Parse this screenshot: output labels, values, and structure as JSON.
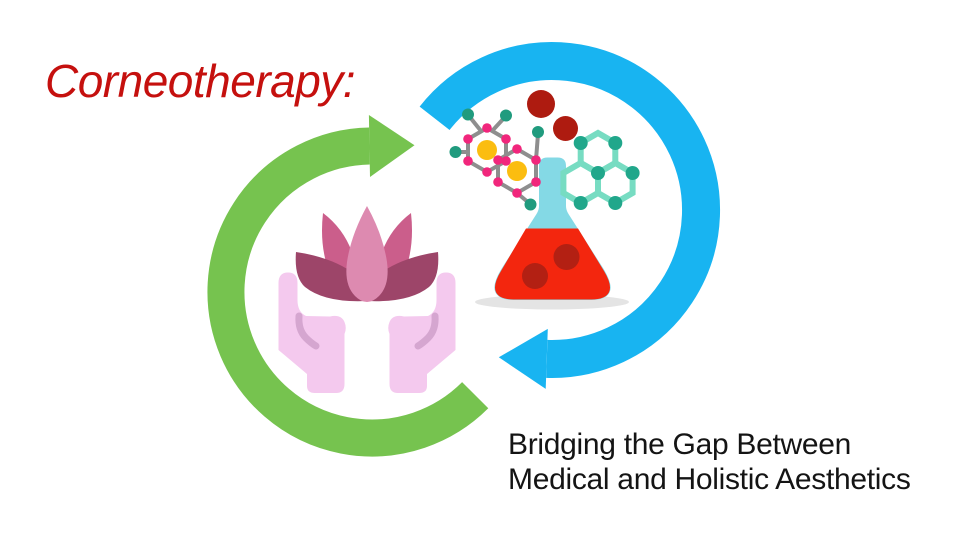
{
  "title": {
    "text": "Corneotherapy:",
    "color": "#c5100e"
  },
  "subtitle": {
    "line1": "Bridging the Gap Between",
    "line2": "Medical and Holistic Aesthetics",
    "color": "#141414"
  },
  "cycle": {
    "green_arrow_color": "#76c34f",
    "blue_arrow_color": "#18b4f1"
  },
  "illustration": {
    "lotus": {
      "petal_outer_color": "#9d4569",
      "petal_side_color": "#cb5e8b",
      "petal_center_color": "#dd8ab0"
    },
    "hands": {
      "fill_color": "#f4c9ee",
      "crease_color": "#d5a6d0"
    },
    "flask": {
      "glass_color": "#84d9e5",
      "liquid_color": "#f3260e",
      "bubble_color": "#b32013",
      "shadow_color": "#e4e4e4"
    },
    "molecule_left": {
      "bond_color": "#8e8e8e",
      "node_color": "#f1267c",
      "ring_center_color": "#fbbd10",
      "terminal_color": "#209b7e"
    },
    "molecule_right": {
      "bond_color": "#77dcc2",
      "node_color": "#21a78b"
    },
    "droplet_color": "#ae1b10"
  }
}
